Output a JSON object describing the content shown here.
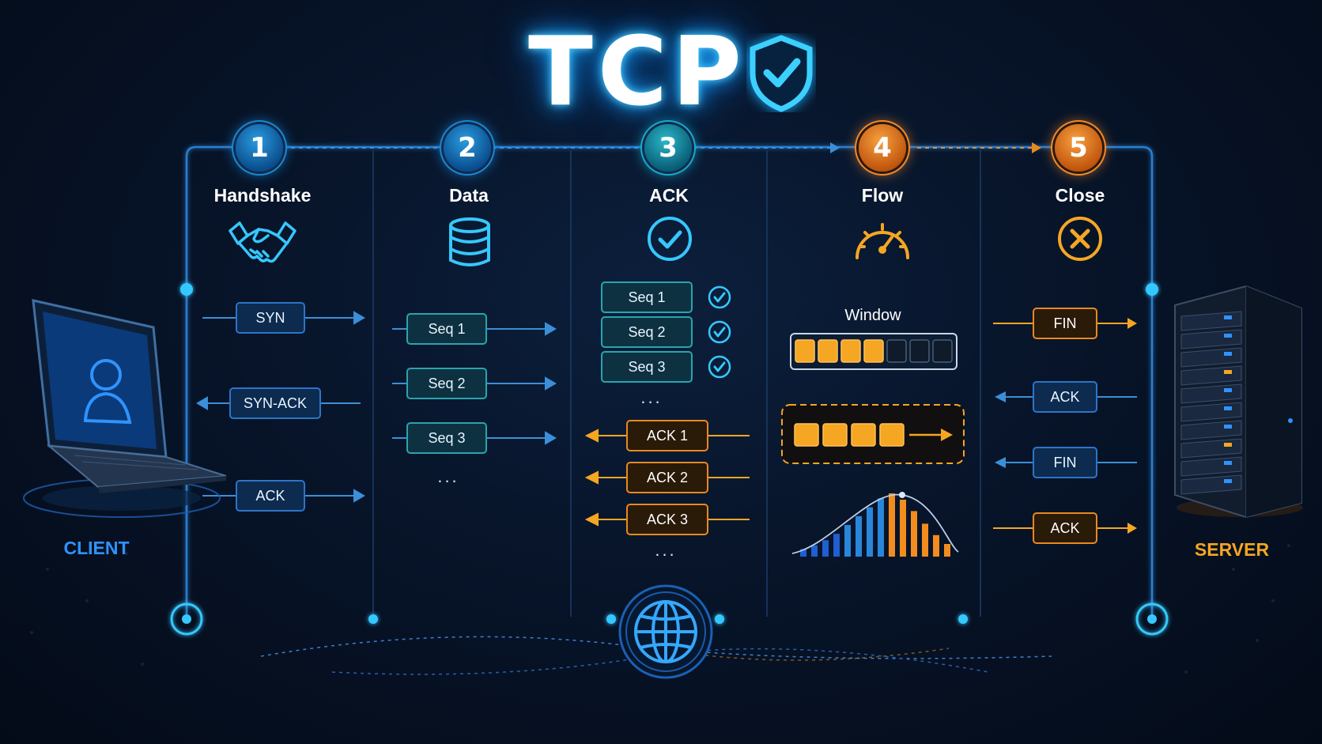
{
  "title": "TCP",
  "steps": [
    {
      "number": "1",
      "label": "Handshake"
    },
    {
      "number": "2",
      "label": "Data"
    },
    {
      "number": "3",
      "label": "ACK"
    },
    {
      "number": "4",
      "label": "Flow"
    },
    {
      "number": "5",
      "label": "Close"
    }
  ],
  "handshake": {
    "packets": [
      "SYN",
      "SYN-ACK",
      "ACK"
    ]
  },
  "data": {
    "packets": [
      "Seq 1",
      "Seq 2",
      "Seq 3"
    ],
    "more": "..."
  },
  "ack": {
    "sequences": [
      "Seq 1",
      "Seq 2",
      "Seq 3"
    ],
    "acks": [
      "ACK 1",
      "ACK 2",
      "ACK 3"
    ],
    "more": "..."
  },
  "flow": {
    "window_label": "Window",
    "window": {
      "slots": 7,
      "filled": 4
    },
    "burst_blocks": 4
  },
  "close": {
    "packets": [
      "FIN",
      "ACK",
      "FIN",
      "ACK"
    ]
  },
  "endpoints": {
    "client": "CLIENT",
    "server": "SERVER"
  },
  "colors": {
    "blue": "#1e90ff",
    "cyan": "#35c8ff",
    "teal": "#2aa4ad",
    "orange": "#f5a623",
    "background": "#061226"
  },
  "icons": {
    "title": "shield-check-icon",
    "handshake": "handshake-icon",
    "data": "database-icon",
    "ack": "check-circle-icon",
    "flow": "gauge-icon",
    "close": "close-circle-icon",
    "client": "laptop-user-icon",
    "server": "server-rack-icon",
    "network": "globe-icon"
  }
}
